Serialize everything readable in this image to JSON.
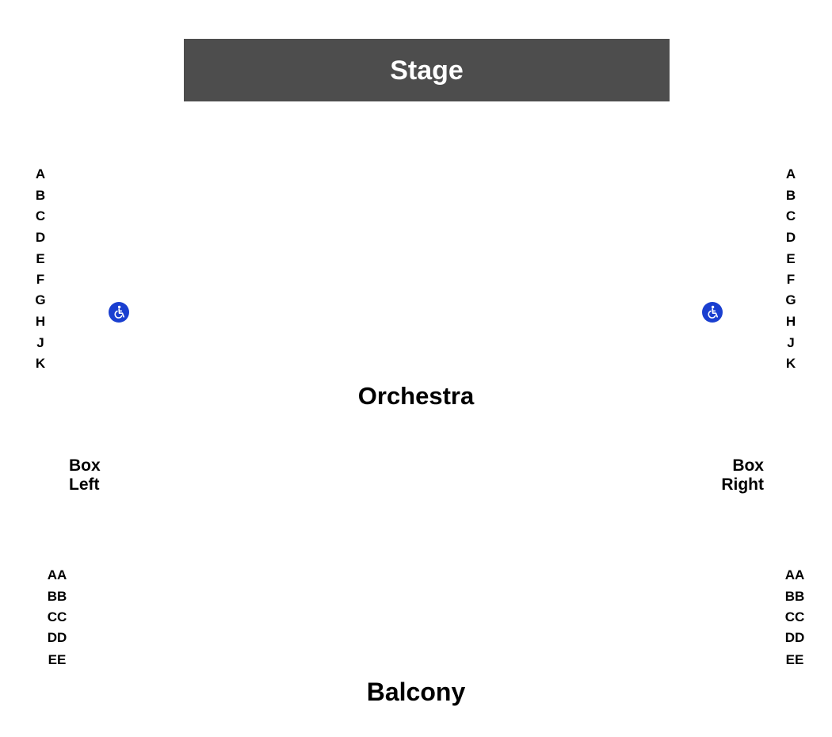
{
  "stage": {
    "label": "Stage"
  },
  "orchestra": {
    "label": "Orchestra",
    "rows_left": [
      "A",
      "B",
      "C",
      "D",
      "E",
      "F",
      "G",
      "H",
      "J",
      "K"
    ],
    "rows_right": [
      "A",
      "B",
      "C",
      "D",
      "E",
      "F",
      "G",
      "H",
      "J",
      "K"
    ]
  },
  "boxes": {
    "left": {
      "line1": "Box",
      "line2": "Left"
    },
    "right": {
      "line1": "Box",
      "line2": "Right"
    }
  },
  "balcony": {
    "label": "Balcony",
    "rows_left": [
      "AA",
      "BB",
      "CC",
      "DD",
      "EE"
    ],
    "rows_right": [
      "AA",
      "BB",
      "CC",
      "DD",
      "EE"
    ]
  },
  "accessibility": {
    "icon": "wheelchair-icon",
    "color": "#1a3fd0"
  },
  "colors": {
    "stage_background": "#4d4d4d",
    "stage_text": "#ffffff",
    "label_text": "#000000"
  }
}
